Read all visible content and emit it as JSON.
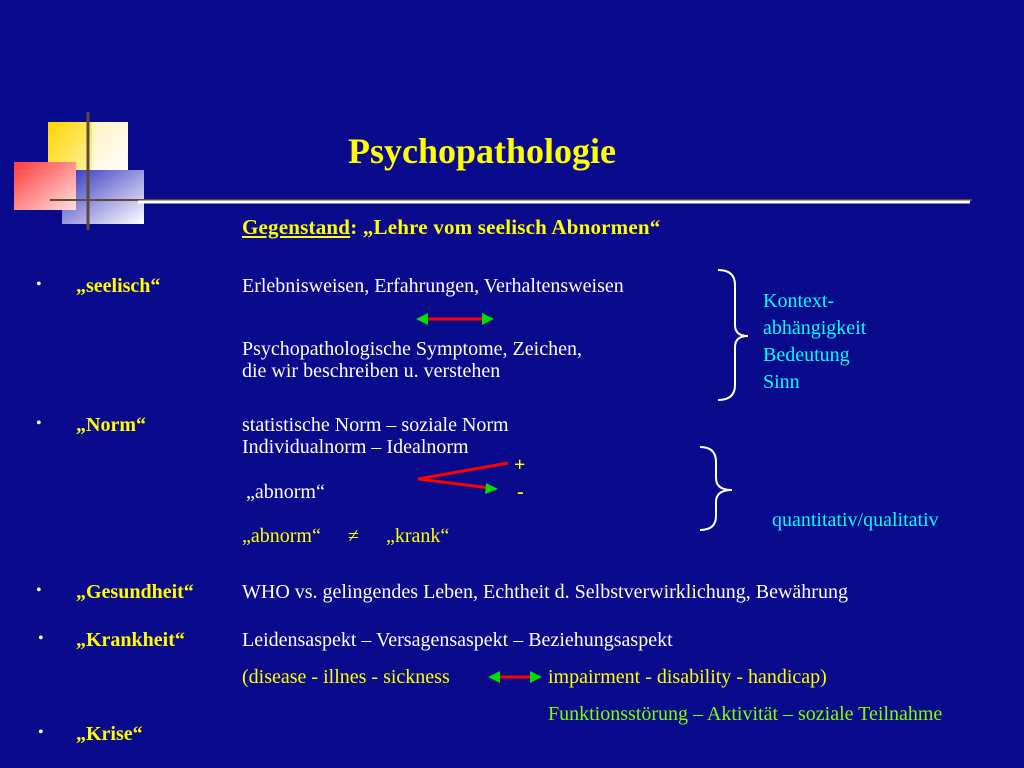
{
  "title": "Psychopathologie",
  "subtitle": {
    "label": "Gegenstand",
    "rest": ": „Lehre vom seelisch Abnormen“"
  },
  "bullet_glyph": "•",
  "sections": [
    {
      "keyword": "„seelisch“",
      "lines": [
        "Erlebnisweisen, Erfahrungen, Verhaltensweisen",
        "Psychopathologische Symptome, Zeichen,",
        "die wir beschreiben u. verstehen"
      ]
    },
    {
      "keyword": "„Norm“",
      "lines": [
        "statistische Norm – soziale Norm",
        "Individualnorm – Idealnorm",
        "„abnorm“",
        "„abnorm“",
        "≠",
        "„krank“"
      ],
      "plus": "+",
      "minus": "-"
    },
    {
      "keyword": "„Gesundheit“",
      "lines": [
        "WHO vs. gelingendes Leben, Echtheit d. Selbstverwirklichung, Bewährung"
      ]
    },
    {
      "keyword": "„Krankheit“",
      "lines": [
        "Leidensaspekt – Versagensaspekt – Beziehungsaspekt",
        "(disease - illnes - sickness",
        "impairment - disability - handicap)",
        "Funktionsstörung – Aktivität – soziale Teilnahme"
      ]
    },
    {
      "keyword": "„Krise“",
      "lines": []
    }
  ],
  "side_notes": {
    "context": [
      "Kontext-",
      "abhängigkeit",
      "Bedeutung",
      "Sinn"
    ],
    "quant": "quantitativ/qualitativ"
  },
  "colors": {
    "background": "#0a0a8c",
    "title": "#ffff00",
    "keyword": "#ffff00",
    "side_note": "#00ffff",
    "krankheit_note": "#80ff00",
    "arrow": "#ff0000",
    "logo_yellow": "#ffcc00",
    "logo_red": "#ff5050",
    "logo_blue": "#4040d0"
  }
}
